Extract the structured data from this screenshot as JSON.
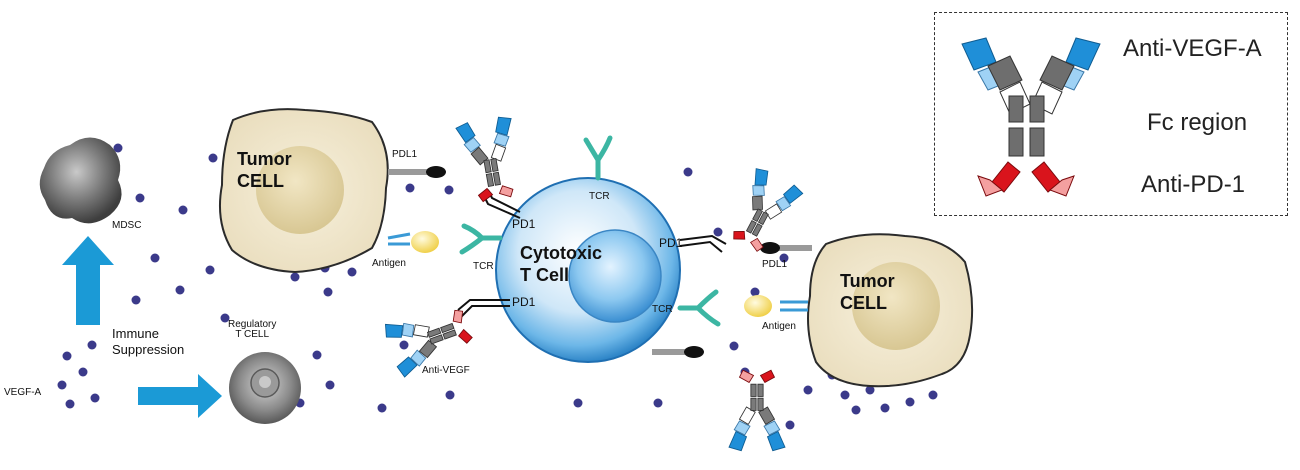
{
  "labels": {
    "mdsc": "MDSC",
    "immune_suppression": "Immune\nSuppression",
    "regulatory_t_cell": "Regulatory\nT CELL",
    "vegf_a": "VEGF-A",
    "tumor_cell_left": "Tumor\nCELL",
    "tumor_cell_right": "Tumor\nCELL",
    "pdl1_left": "PDL1",
    "pdl1_right": "PDL1",
    "antigen_left": "Antigen",
    "antigen_right": "Antigen",
    "tcr_top": "TCR",
    "tcr_left": "TCR",
    "tcr_right": "TCR",
    "pd1_upper_left": "PD1",
    "pd1_left": "PD1",
    "pd1_lower_left": "PD1",
    "cytotoxic_t_cell": "Cytotoxic\nT Cell",
    "anti_vegf": "Anti-VEGF"
  },
  "legend": {
    "anti_vegf_a": "Anti-VEGF-A",
    "fc_region": "Fc region",
    "anti_pd_1": "Anti-PD-1"
  },
  "colors": {
    "arrow_blue": "#1b9ad6",
    "vegf_dot": "#3b3a8a",
    "tcell_blue": "#4fa7e0",
    "anti_vegf_blue": "#1f8fd8",
    "anti_pd1_red": "#d9141c",
    "fc_gray": "#6e6e6e",
    "tcr_teal": "#3cb6a3"
  }
}
